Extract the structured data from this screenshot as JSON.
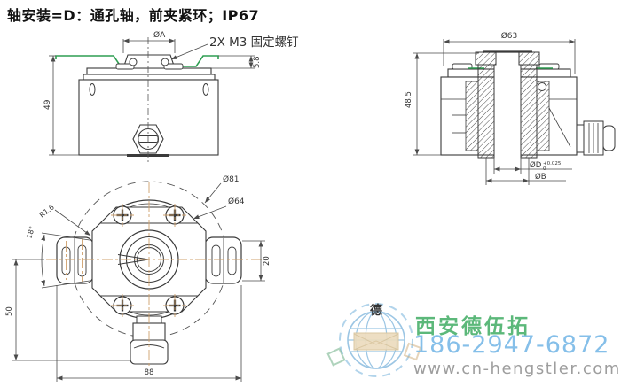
{
  "title": "轴安装=D：通孔轴，前夹紧环；IP67",
  "side_view": {
    "dim_dia_a": "ØA",
    "note_screws": "2X M3 固定螺钉",
    "dim_height": "49",
    "dim_flange": "5.8"
  },
  "section_view": {
    "dim_outer": "Ø63",
    "dim_height": "48.5",
    "dim_bore": "ØD",
    "dim_bore_tol_plus": "+0.025",
    "dim_bore_tol_zero": "0",
    "dim_hub": "ØB"
  },
  "front_view": {
    "dim_dia81": "Ø81",
    "dim_dia64": "Ø64",
    "dim_radius": "R1.6",
    "dim_angle": "18°",
    "dim_ear": "20",
    "dim_lower": "50",
    "dim_width": "88"
  },
  "watermark": {
    "logo_char": "德",
    "company": "西安德伍拓",
    "phone": "186-2947-6872",
    "website": "www.cn-hengstler.com"
  },
  "colors": {
    "line": "#3a3a3a",
    "dim": "#4a4a4a",
    "centerline": "#cfa06c",
    "clamp_green": "#2f9e52",
    "company_green": "#5cb87a",
    "phone_blue": "#85bfe9",
    "website_gray": "#9e9e9e",
    "logo_blue": "#9cc6e4",
    "background": "#ffffff"
  }
}
